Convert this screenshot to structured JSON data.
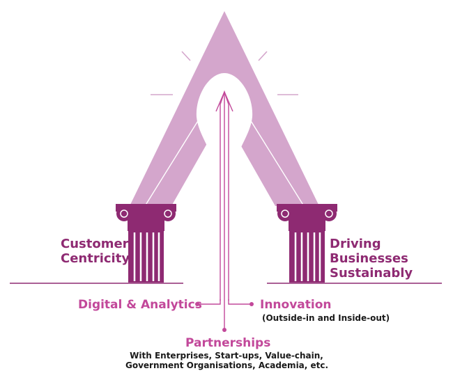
{
  "labels": {
    "customer_centricity": [
      "Customer",
      "Centricity"
    ],
    "driving_businesses": [
      "Driving",
      "Businesses",
      "Sustainably"
    ],
    "digital_analytics": "Digital & Analytics",
    "innovation": "Innovation",
    "innovation_sub": "(Outside-in and Inside-out)",
    "partnerships": "Partnerships",
    "partnerships_sub": [
      "With Enterprises, Start-ups, Value-chain,",
      "Government Organisations, Academia, etc."
    ]
  },
  "colors": {
    "triangle_fill": "#d4a6cc",
    "pillar": "#8e2a72",
    "pink_text": "#c2489a",
    "line": "#c2489a",
    "ray": "#d4a6cc"
  },
  "icons": [
    "lightbulb-icon",
    "pillar-icon",
    "arrow-up-icon"
  ]
}
